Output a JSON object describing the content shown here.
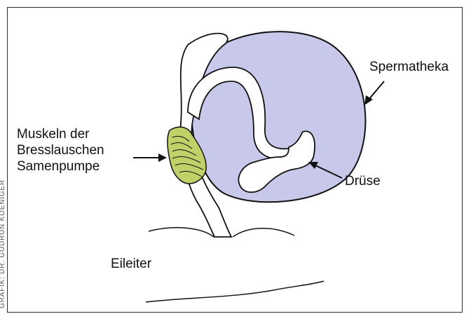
{
  "credit": "GRAFIK: DR. GUDRUN KOENIGER",
  "labels": {
    "spermatheka": "Spermatheka",
    "muskeln": [
      "Muskeln der",
      "Bresslauschen",
      "Samenpumpe"
    ],
    "druese": "Drüse",
    "eileiter": "Eileiter"
  },
  "colors": {
    "spermatheka_fill": "#c8c8ea",
    "muscle_fill": "#c2d06a",
    "line": "#111111"
  }
}
